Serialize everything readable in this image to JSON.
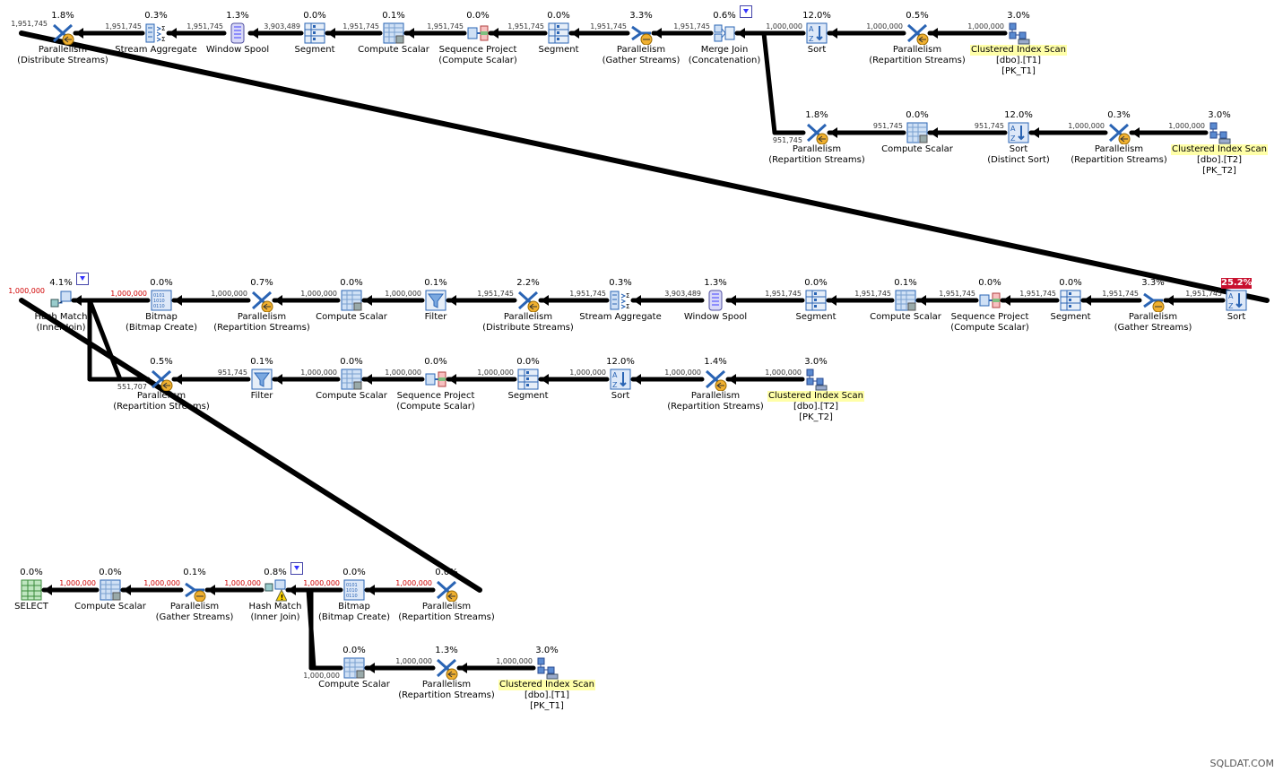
{
  "nodes": {
    "n1": {
      "pct": "1.8%",
      "label": "Parallelism",
      "sub": "(Distribute Streams)",
      "icon": "parallelism-icon"
    },
    "n2": {
      "pct": "0.3%",
      "label": "Stream Aggregate",
      "icon": "stream-aggregate-icon"
    },
    "n3": {
      "pct": "1.3%",
      "label": "Window Spool",
      "icon": "window-spool-icon"
    },
    "n4": {
      "pct": "0.0%",
      "label": "Segment",
      "icon": "segment-icon"
    },
    "n5": {
      "pct": "0.1%",
      "label": "Compute Scalar",
      "icon": "compute-scalar-icon"
    },
    "n6": {
      "pct": "0.0%",
      "label": "Sequence Project",
      "sub": "(Compute Scalar)",
      "icon": "sequence-project-icon"
    },
    "n7": {
      "pct": "0.0%",
      "label": "Segment",
      "icon": "segment-icon"
    },
    "n8": {
      "pct": "3.3%",
      "label": "Parallelism",
      "sub": "(Gather Streams)",
      "icon": "parallelism-gather-icon"
    },
    "n9": {
      "pct": "0.6%",
      "label": "Merge Join",
      "sub": "(Concatenation)",
      "icon": "merge-join-icon"
    },
    "n10": {
      "pct": "12.0%",
      "label": "Sort",
      "icon": "sort-icon"
    },
    "n11": {
      "pct": "0.5%",
      "label": "Parallelism",
      "sub": "(Repartition Streams)",
      "icon": "parallelism-icon"
    },
    "n12": {
      "pct": "3.0%",
      "label": "Clustered Index Scan",
      "sub": "[dbo].[T1]",
      "sub2": "[PK_T1]",
      "icon": "clustered-index-scan-icon"
    },
    "n13": {
      "pct": "1.8%",
      "label": "Parallelism",
      "sub": "(Repartition Streams)",
      "icon": "parallelism-icon"
    },
    "n14": {
      "pct": "0.0%",
      "label": "Compute Scalar",
      "icon": "compute-scalar-icon"
    },
    "n15": {
      "pct": "12.0%",
      "label": "Sort",
      "sub": "(Distinct Sort)",
      "icon": "sort-icon"
    },
    "n16": {
      "pct": "0.3%",
      "label": "Parallelism",
      "sub": "(Repartition Streams)",
      "icon": "parallelism-icon"
    },
    "n17": {
      "pct": "3.0%",
      "label": "Clustered Index Scan",
      "sub": "[dbo].[T2]",
      "sub2": "[PK_T2]",
      "icon": "clustered-index-scan-icon"
    },
    "m1": {
      "pct": "4.1%",
      "label": "Hash Match",
      "sub": "(Inner Join)",
      "icon": "hash-match-icon"
    },
    "m2": {
      "pct": "0.0%",
      "label": "Bitmap",
      "sub": "(Bitmap Create)",
      "icon": "bitmap-icon"
    },
    "m3": {
      "pct": "0.7%",
      "label": "Parallelism",
      "sub": "(Repartition Streams)",
      "icon": "parallelism-icon"
    },
    "m4": {
      "pct": "0.0%",
      "label": "Compute Scalar",
      "icon": "compute-scalar-icon"
    },
    "m5": {
      "pct": "0.1%",
      "label": "Filter",
      "icon": "filter-icon"
    },
    "m6": {
      "pct": "2.2%",
      "label": "Parallelism",
      "sub": "(Distribute Streams)",
      "icon": "parallelism-icon"
    },
    "m7": {
      "pct": "0.3%",
      "label": "Stream Aggregate",
      "icon": "stream-aggregate-icon"
    },
    "m8": {
      "pct": "1.3%",
      "label": "Window Spool",
      "icon": "window-spool-icon"
    },
    "m9": {
      "pct": "0.0%",
      "label": "Segment",
      "icon": "segment-icon"
    },
    "m10": {
      "pct": "0.1%",
      "label": "Compute Scalar",
      "icon": "compute-scalar-icon"
    },
    "m11": {
      "pct": "0.0%",
      "label": "Sequence Project",
      "sub": "(Compute Scalar)",
      "icon": "sequence-project-icon"
    },
    "m12": {
      "pct": "0.0%",
      "label": "Segment",
      "icon": "segment-icon"
    },
    "m13": {
      "pct": "3.3%",
      "label": "Parallelism",
      "sub": "(Gather Streams)",
      "icon": "parallelism-gather-icon"
    },
    "m14": {
      "pct": "25.2%",
      "label": "Sort",
      "icon": "sort-icon",
      "hot": true
    },
    "m15": {
      "pct": "0.5%",
      "label": "Parallelism",
      "sub": "(Repartition Streams)",
      "icon": "parallelism-icon"
    },
    "m16": {
      "pct": "0.1%",
      "label": "Filter",
      "icon": "filter-icon"
    },
    "m17": {
      "pct": "0.0%",
      "label": "Compute Scalar",
      "icon": "compute-scalar-icon"
    },
    "m18": {
      "pct": "0.0%",
      "label": "Sequence Project",
      "sub": "(Compute Scalar)",
      "icon": "sequence-project-icon"
    },
    "m19": {
      "pct": "0.0%",
      "label": "Segment",
      "icon": "segment-icon"
    },
    "m20": {
      "pct": "12.0%",
      "label": "Sort",
      "icon": "sort-icon"
    },
    "m21": {
      "pct": "1.4%",
      "label": "Parallelism",
      "sub": "(Repartition Streams)",
      "icon": "parallelism-icon"
    },
    "m22": {
      "pct": "3.0%",
      "label": "Clustered Index Scan",
      "sub": "[dbo].[T2]",
      "sub2": "[PK_T2]",
      "icon": "clustered-index-scan-icon"
    },
    "b1": {
      "pct": "0.0%",
      "label": "SELECT",
      "icon": "select-icon"
    },
    "b2": {
      "pct": "0.0%",
      "label": "Compute Scalar",
      "icon": "compute-scalar-icon"
    },
    "b3": {
      "pct": "0.1%",
      "label": "Parallelism",
      "sub": "(Gather Streams)",
      "icon": "parallelism-gather-icon"
    },
    "b4": {
      "pct": "0.8%",
      "label": "Hash Match",
      "sub": "(Inner Join)",
      "icon": "hash-match-warning-icon"
    },
    "b5": {
      "pct": "0.0%",
      "label": "Bitmap",
      "sub": "(Bitmap Create)",
      "icon": "bitmap-icon"
    },
    "b6": {
      "pct": "0.0%",
      "label": "Parallelism",
      "sub": "(Repartition Streams)",
      "icon": "parallelism-icon"
    },
    "b7": {
      "pct": "0.0%",
      "label": "Compute Scalar",
      "icon": "compute-scalar-icon"
    },
    "b8": {
      "pct": "1.3%",
      "label": "Parallelism",
      "sub": "(Repartition Streams)",
      "icon": "parallelism-icon"
    },
    "b9": {
      "pct": "3.0%",
      "label": "Clustered Index Scan",
      "sub": "[dbo].[T1]",
      "sub2": "[PK_T1]",
      "icon": "clustered-index-scan-icon"
    }
  },
  "rowcounts": {
    "r_n1_n2": "1,951,745",
    "r_n1_left": "1,951,745",
    "r_n2_n3": "1,951,745",
    "r_n3_n4": "3,903,489",
    "r_n4_n5": "1,951,745",
    "r_n5_n6": "1,951,745",
    "r_n6_n7": "1,951,745",
    "r_n7_n8": "1,951,745",
    "r_n8_n9": "1,951,745",
    "r_n9_n10": "1,000,000",
    "r_n10_n11": "1,000,000",
    "r_n11_n12": "1,000,000",
    "r_n9_n13": "951,745",
    "r_n13_n14": "951,745",
    "r_n14_n15": "951,745",
    "r_n15_n16": "1,000,000",
    "r_n16_n17": "1,000,000",
    "r_m1_left": "1,000,000",
    "r_m1_m2": "1,000,000",
    "r_m2_m3": "1,000,000",
    "r_m3_m4": "1,000,000",
    "r_m4_m5": "1,000,000",
    "r_m5_m6": "1,951,745",
    "r_m6_m7": "1,951,745",
    "r_m7_m8": "3,903,489",
    "r_m8_m9": "1,951,745",
    "r_m9_m10": "1,951,745",
    "r_m10_m11": "1,951,745",
    "r_m11_m12": "1,951,745",
    "r_m12_m13": "1,951,745",
    "r_m13_m14": "1,951,745",
    "r_m1_m15": "551,707",
    "r_m15_m16": "951,745",
    "r_m16_m17": "1,000,000",
    "r_m17_m18": "1,000,000",
    "r_m18_m19": "1,000,000",
    "r_m19_m20": "1,000,000",
    "r_m20_m21": "1,000,000",
    "r_m21_m22": "1,000,000",
    "r_b1_b2": "1,000,000",
    "r_b2_b3": "1,000,000",
    "r_b3_b4": "1,000,000",
    "r_b4_b5": "1,000,000",
    "r_b5_b6": "1,000,000",
    "r_b4_b7": "1,000,000",
    "r_b7_b8": "1,000,000",
    "r_b8_b9": "1,000,000"
  },
  "watermark": "SQLDAT.COM",
  "colors": {
    "hot": "#c8102e",
    "rowcount_red": "#d00000",
    "highlight": "#ffffa8"
  }
}
